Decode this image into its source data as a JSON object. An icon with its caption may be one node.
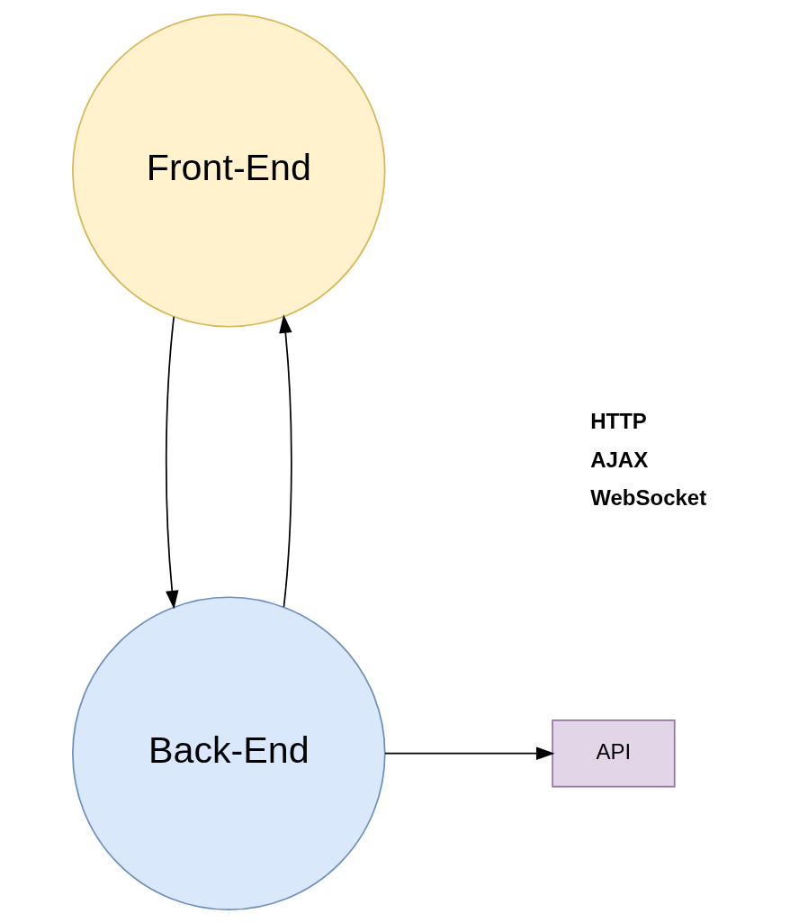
{
  "diagram": {
    "nodes": [
      {
        "text": [
          "Front-End"
        ]
      },
      {
        "text": [
          "Back-End"
        ]
      },
      {
        "text": [
          "API"
        ]
      }
    ],
    "edges": [
      {
        "from": 0,
        "to": 1,
        "arrow": "to"
      },
      {
        "from": 1,
        "to": 0,
        "arrow": "to"
      },
      {
        "from": 1,
        "to": 2,
        "arrow": "to"
      }
    ],
    "labels": [
      "HTTP",
      "AJAX",
      "WebSocket"
    ]
  }
}
